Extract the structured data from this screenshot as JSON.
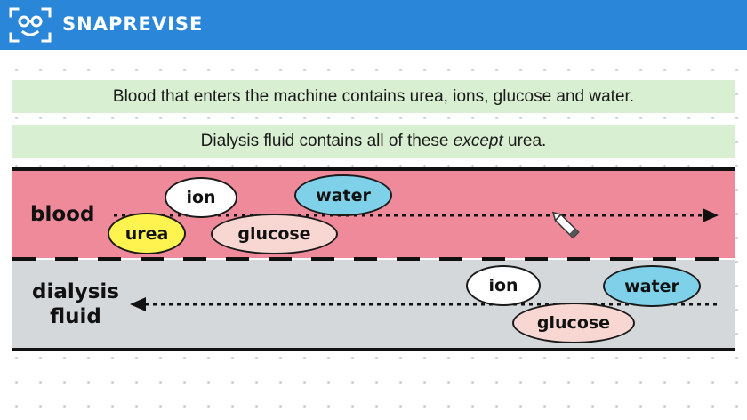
{
  "header": {
    "brand": "SNAPREVISE",
    "logo_icon": "glasses-face-icon",
    "color": "#2a86d9"
  },
  "banners": {
    "line1": "Blood that enters the machine contains urea, ions, glucose and water.",
    "line2_before": "Dialysis fluid contains all of these ",
    "line2_emph": "except",
    "line2_after": " urea."
  },
  "diagram": {
    "blood": {
      "label": "blood",
      "color": "#ef8a9b",
      "flow": "left-to-right",
      "particles": [
        {
          "label": "ion",
          "color": "#ffffff"
        },
        {
          "label": "water",
          "color": "#7fd1ea"
        },
        {
          "label": "urea",
          "color": "#fff44f"
        },
        {
          "label": "glucose",
          "color": "#f8d7d3"
        }
      ]
    },
    "dialysis": {
      "label_line1": "dialysis",
      "label_line2": "fluid",
      "color": "#d5d8db",
      "flow": "right-to-left",
      "particles": [
        {
          "label": "ion",
          "color": "#ffffff"
        },
        {
          "label": "water",
          "color": "#7fd1ea"
        },
        {
          "label": "glucose",
          "color": "#f8d7d3"
        }
      ]
    },
    "membrane": "partially-permeable-dashed-line",
    "cursor_icon": "pen-cursor-icon"
  }
}
